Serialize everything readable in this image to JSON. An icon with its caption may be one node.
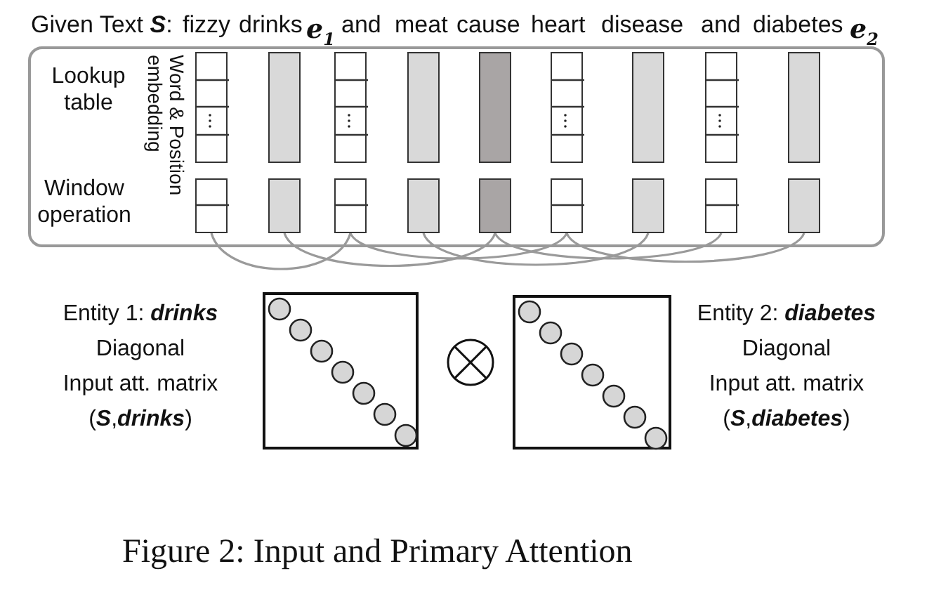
{
  "diagram": {
    "caption": "Figure 2: Input and Primary Attention",
    "nodes": [
      {
        "text": [
          "Lookup table",
          "Word & Position embedding",
          "Window operation"
        ]
      },
      {
        "text": [],
        "shape": "bar",
        "in": 0
      },
      {
        "text": [],
        "shape": "bar",
        "in": 0
      },
      {
        "text": [],
        "shape": "bar",
        "in": 0
      },
      {
        "text": [],
        "shape": "bar",
        "in": 0
      },
      {
        "text": [],
        "shape": "bar",
        "in": 0
      },
      {
        "text": [],
        "shape": "bar",
        "in": 0
      },
      {
        "text": [],
        "shape": "bar",
        "in": 0
      },
      {
        "text": [],
        "shape": "bar",
        "in": 0
      },
      {
        "text": [],
        "shape": "bar",
        "in": 0
      },
      {
        "text": [],
        "shape": "box",
        "in": 0
      },
      {
        "text": [],
        "shape": "box",
        "in": 0
      },
      {
        "text": [],
        "shape": "box",
        "in": 0
      },
      {
        "text": [],
        "shape": "box",
        "in": 0
      },
      {
        "text": [],
        "shape": "box",
        "in": 0
      },
      {
        "text": [],
        "shape": "box",
        "in": 0
      },
      {
        "text": [],
        "shape": "box",
        "in": 0
      },
      {
        "text": [],
        "shape": "box",
        "in": 0
      },
      {
        "text": [],
        "shape": "box",
        "in": 0
      },
      {
        "text": [],
        "shape": "box",
        "beside": [
          "Entity 1: **drinks**",
          "Diagonal",
          "Input att. matrix",
          "(**S**,**drinks**)"
        ]
      },
      {
        "text": [],
        "shape": "box",
        "beside": [
          "Entity 2: **diabetes**",
          "Diagonal",
          "Input att. matrix",
          "(**S**,**diabetes**)"
        ]
      }
    ],
    "edges": [
      {
        "from": 10,
        "to": 12,
        "arrow": "none"
      },
      {
        "from": 11,
        "to": 14,
        "arrow": "none"
      },
      {
        "from": 12,
        "to": 15,
        "arrow": "none"
      },
      {
        "from": 13,
        "to": 16,
        "arrow": "none"
      },
      {
        "from": 14,
        "to": 17,
        "arrow": "none"
      },
      {
        "from": 15,
        "to": 18,
        "arrow": "none"
      }
    ],
    "labels": [
      "Given Text **S**:",
      "fizzy",
      "drinks",
      "e$_{1}$",
      "and",
      "meat",
      "cause",
      "heart",
      "disease",
      "and",
      "diabetes",
      "e$_{2}$"
    ]
  }
}
